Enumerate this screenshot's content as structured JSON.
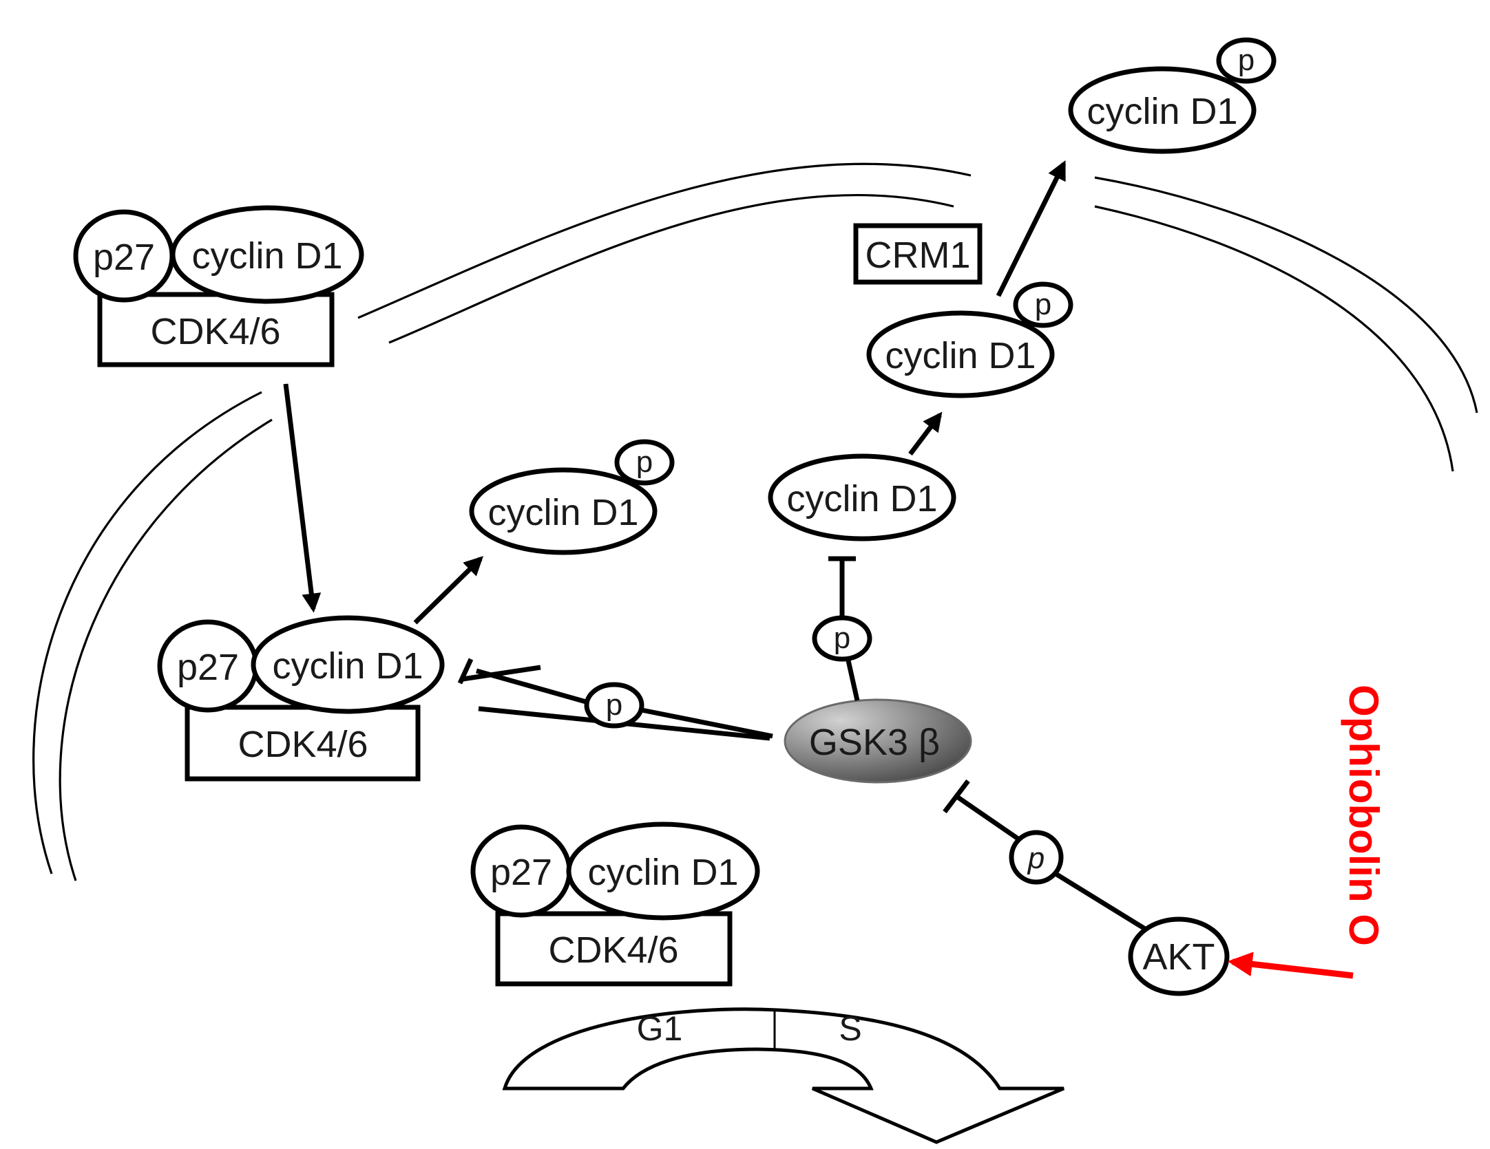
{
  "labels": {
    "p27": "p27",
    "cyclin_d1": "cyclin D1",
    "cdk": "CDK4/6",
    "phospho": "p",
    "crm1": "CRM1",
    "gsk3b": "GSK3 β",
    "akt": "AKT",
    "g1": "G1",
    "s": "S",
    "drug": "Ophiobolin O"
  },
  "colors": {
    "drug": "#ff0000",
    "gsk3b_gradient_light": "#c8c8c8",
    "gsk3b_gradient_dark": "#4a4a4a"
  }
}
